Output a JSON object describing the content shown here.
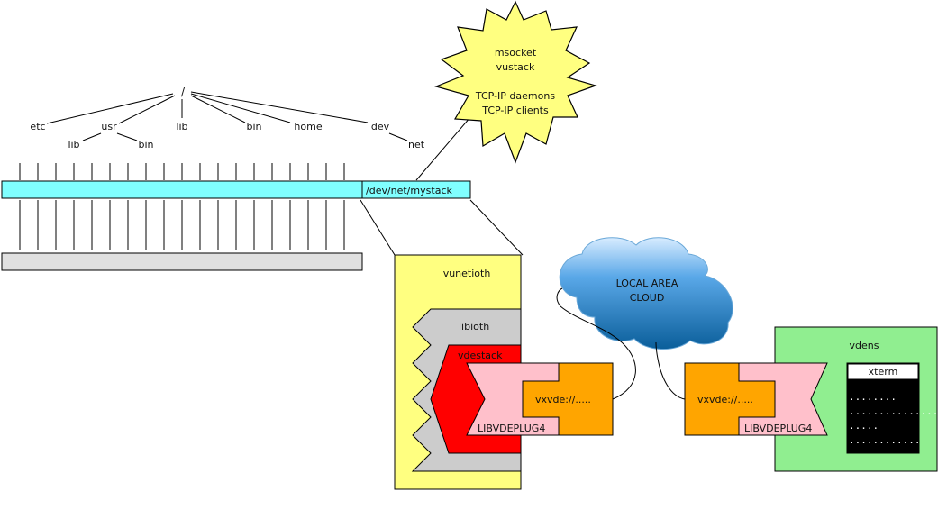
{
  "tree": {
    "root": "/",
    "nodes": [
      "etc",
      "usr",
      "lib",
      "bin",
      "home",
      "dev"
    ],
    "usr_children": [
      "lib",
      "bin"
    ],
    "dev_children": [
      "net"
    ]
  },
  "stack_path": "/dev/net/mystack",
  "burst": {
    "line1": "msocket",
    "line2": "vustack",
    "line3": "TCP-IP daemons",
    "line4": "TCP-IP clients"
  },
  "vunetioth": {
    "title": "vunetioth",
    "libioth": "libioth",
    "vdestack": "vdestack",
    "plug_label": "LIBVDEPLUG4",
    "plug_url": "vxvde://....."
  },
  "cloud": {
    "line1": "LOCAL AREA",
    "line2": "CLOUD"
  },
  "vdens": {
    "title": "vdens",
    "plug_label": "LIBVDEPLUG4",
    "plug_url": "vxvde://.....",
    "xterm_title": "xterm",
    "xterm_lines": [
      "........",
      "................",
      ".....",
      "............"
    ]
  },
  "colors": {
    "cyan_bar": "#80ffff",
    "yellow_box": "#ffff80",
    "vdens_green": "#90ee90",
    "vdestack_red": "#ff0000",
    "pink": "#ffc0cb",
    "orange": "#ffa500",
    "gray": "#cccccc",
    "burst_yellow": "#ffff80"
  }
}
